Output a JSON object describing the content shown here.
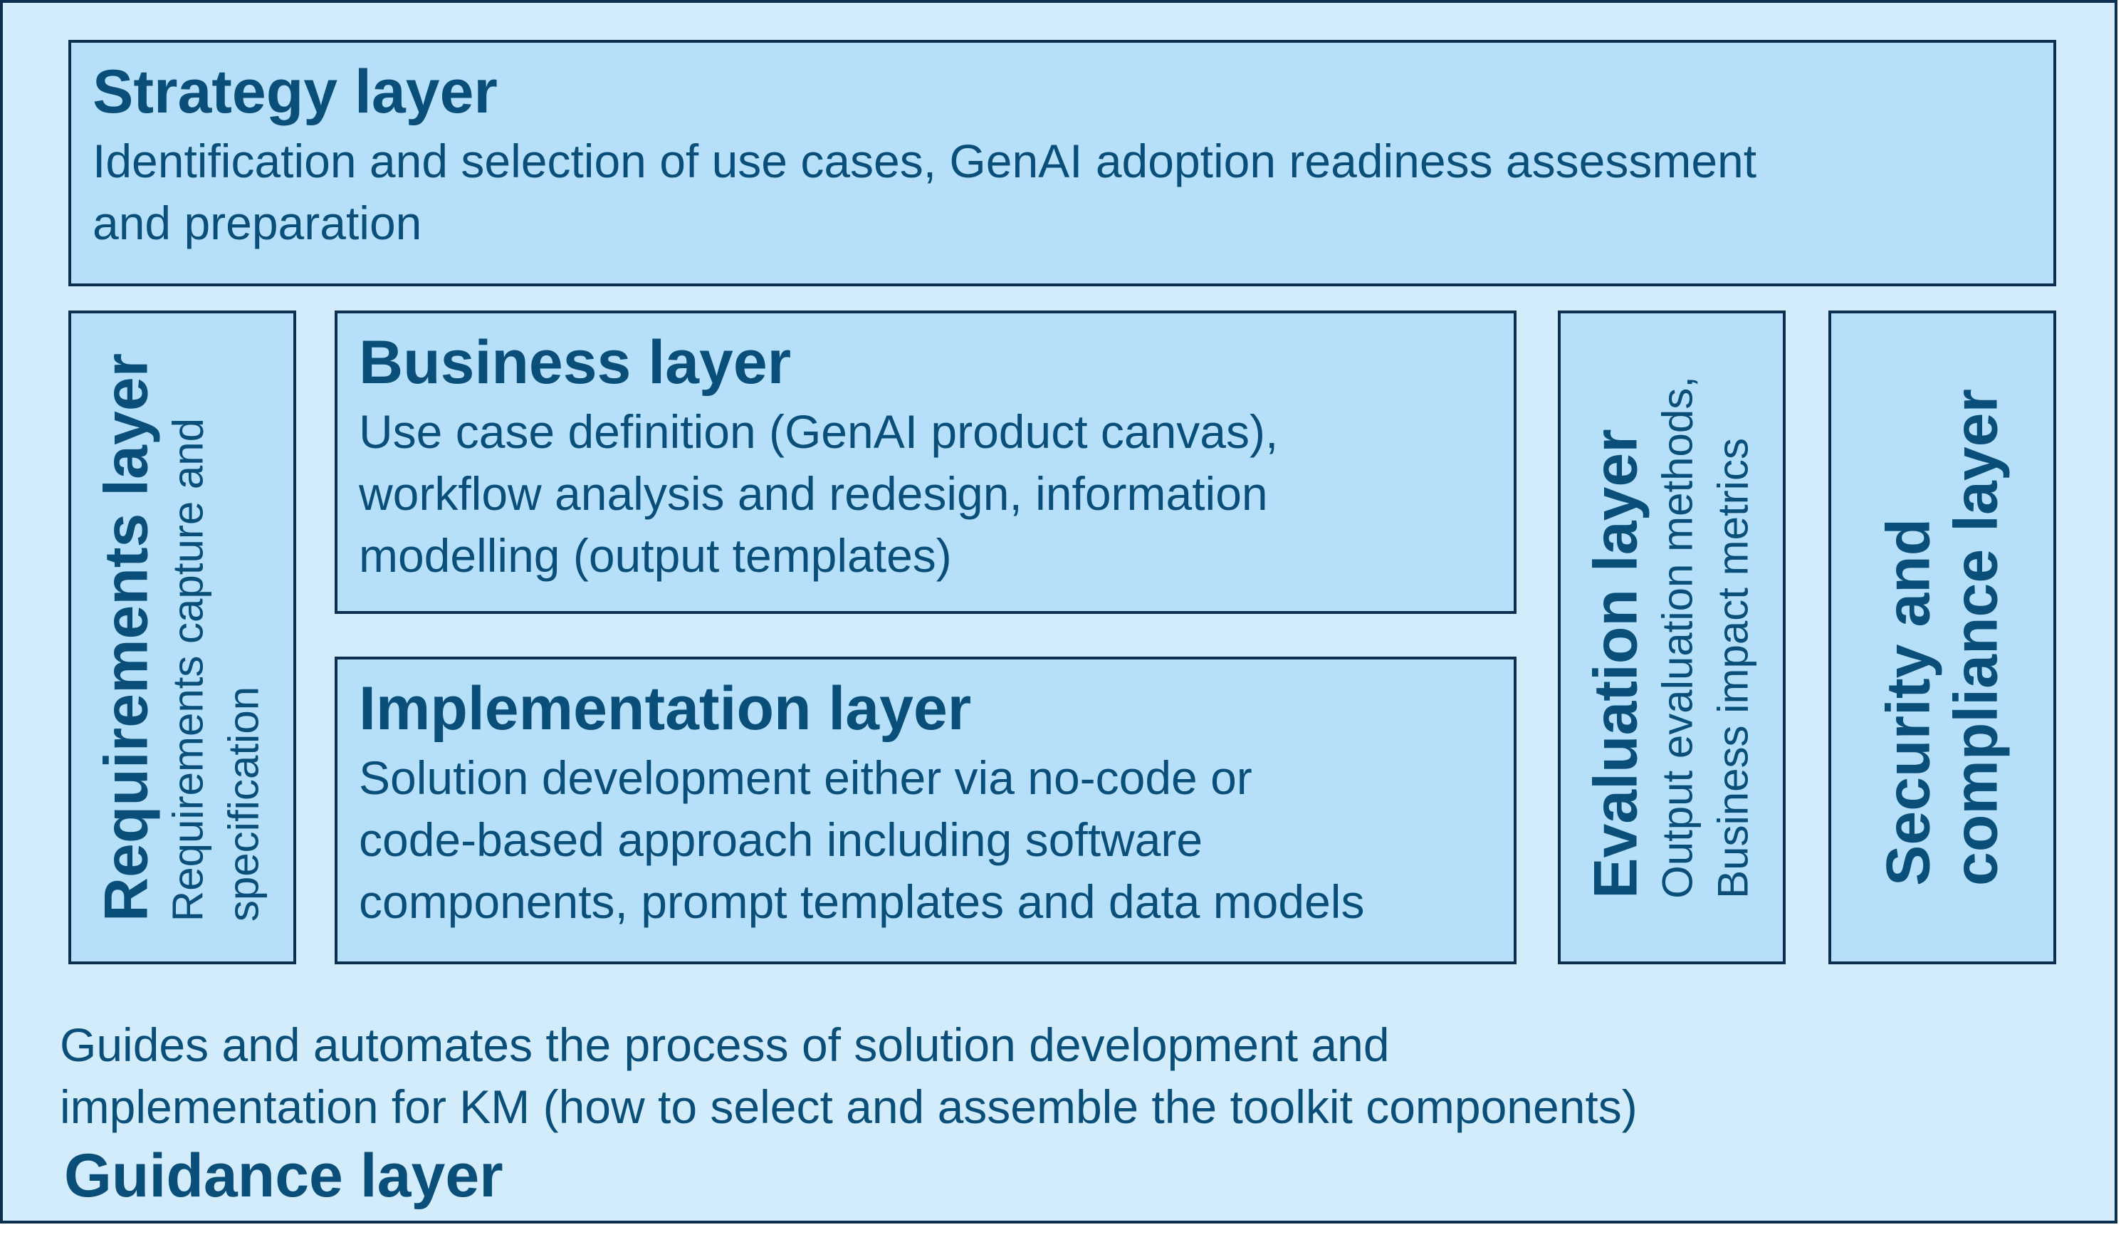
{
  "strategy": {
    "title": "Strategy layer",
    "line1": "Identification and selection of use cases, GenAI adoption readiness assessment",
    "line2": "and preparation"
  },
  "requirements": {
    "title": "Requirements layer",
    "line1": "Requirements capture and",
    "line2": "specification"
  },
  "business": {
    "title": "Business layer",
    "line1": "Use case definition (GenAI product canvas),",
    "line2": "workflow analysis and redesign, information",
    "line3": "modelling (output templates)"
  },
  "implementation": {
    "title": "Implementation layer",
    "line1": "Solution development either via no-code or",
    "line2": "code-based approach including software",
    "line3": "components, prompt templates and data models"
  },
  "evaluation": {
    "title": "Evaluation layer",
    "line1": "Output evaluation methods,",
    "line2": "Business impact metrics"
  },
  "security": {
    "line1": "Security and",
    "line2": "compliance layer"
  },
  "guidance": {
    "line1": "Guides and automates the process of solution development and",
    "line2": "implementation for KM (how to select and assemble the toolkit components)",
    "title": "Guidance layer"
  },
  "colors": {
    "outer_fill": "#d3ecfb",
    "box_fill": "#b6e0fa",
    "border": "#0d2f4f",
    "text": "#0a4f79"
  }
}
